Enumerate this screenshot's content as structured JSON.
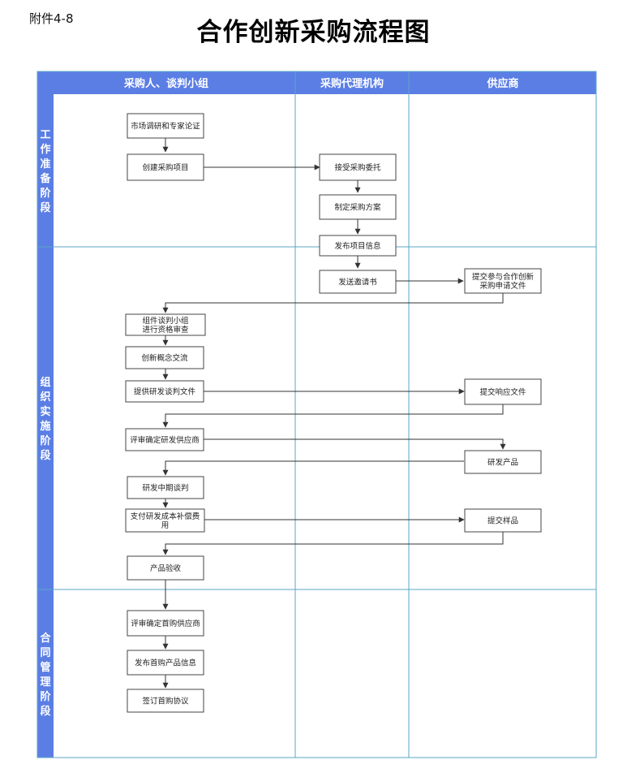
{
  "attachment": "附件4-8",
  "title": "合作创新采购流程图",
  "colors": {
    "header": "#5b7ee5",
    "grid": "#5ba6c7",
    "box_border": "#444444",
    "arrow": "#333333"
  },
  "columns": [
    "采购人、谈判小组",
    "采购代理机构",
    "供应商"
  ],
  "phases": [
    "工作准备阶段",
    "组织实施阶段",
    "合同管理阶段"
  ],
  "boxes": {
    "b1": [
      "市场调研和专家论证"
    ],
    "b2": [
      "创建采购项目"
    ],
    "b3": [
      "接受采购委托"
    ],
    "b4": [
      "制定采购方案"
    ],
    "b5": [
      "发布项目信息"
    ],
    "b6": [
      "发送邀请书"
    ],
    "b7": [
      "提交参与合作创新",
      "采购申请文件"
    ],
    "b8": [
      "组件谈判小组",
      "进行资格审查"
    ],
    "b9": [
      "创新概念交流"
    ],
    "b10": [
      "提供研发谈判文件"
    ],
    "b11": [
      "提交响应文件"
    ],
    "b12": [
      "评审确定研发供应商"
    ],
    "b13": [
      "研发产品"
    ],
    "b14": [
      "研发中期谈判"
    ],
    "b15": [
      "支付研发成本补偿费",
      "用"
    ],
    "b16": [
      "提交样品"
    ],
    "b17": [
      "产品验收"
    ],
    "b18": [
      "评审确定首购供应商"
    ],
    "b19": [
      "发布首购产品信息"
    ],
    "b20": [
      "签订首购协议"
    ]
  }
}
